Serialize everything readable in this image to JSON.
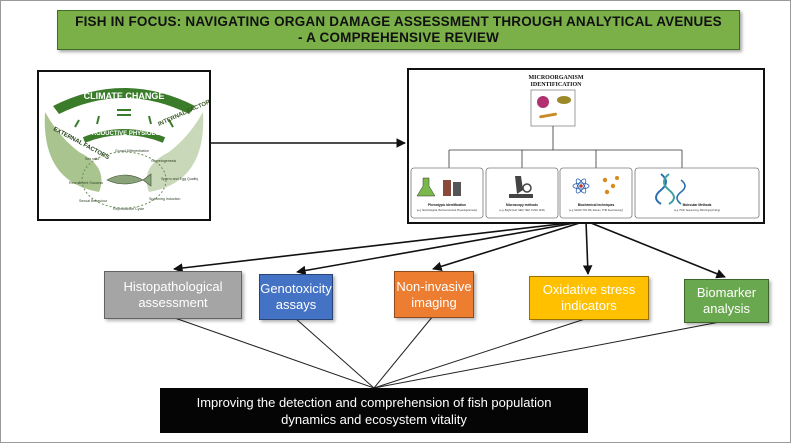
{
  "title": {
    "line1": "FISH IN FOCUS: NAVIGATING ORGAN DAMAGE ASSESSMENT THROUGH ANALYTICAL AVENUES",
    "line2": "- A COMPREHENSIVE REVIEW"
  },
  "left_panel": {
    "climate_change": "CLIMATE CHANGE",
    "external_factors": "EXTERNAL FACTORS",
    "internal_factors": "INTERNAL FACTORS",
    "reproductive_physiology": "REPRODUCTIVE PHYSIOLOGY",
    "cycle_items": [
      "Gonad Differentiation",
      "Gametogenesis",
      "Sperm and Egg Quality",
      "Spawning Induction",
      "Reproductive Cycle",
      "Sexual Behaviour",
      "Recruitment Success",
      "Sex ratio"
    ]
  },
  "right_panel": {
    "heading_line1": "MICROORGANISM",
    "heading_line2": "IDENTIFICATION",
    "methods": [
      {
        "name": "Phenotypic identification",
        "detail": "(e.g. Morphological, Biochemical and Physiological tests)"
      },
      {
        "name": "Microscopy methods",
        "detail": "(e.g. Bright Field, SEM, TEM, CLSM, AFM)"
      },
      {
        "name": "Biochemical techniques",
        "detail": "(e.g. MALDI-TOF MS, Raman, FTIR Spectroscopy)"
      },
      {
        "name": "Molecular Methods",
        "detail": "(e.g. PCR, Sequencing, DNA fingerprinting)"
      }
    ]
  },
  "assessments": [
    {
      "line1": "Histopathological",
      "line2": "assessment"
    },
    {
      "line1": "Genotoxicity",
      "line2": "assays"
    },
    {
      "line1": "Non-invasive",
      "line2": "imaging"
    },
    {
      "line1": "Oxidative stress",
      "line2": "indicators"
    },
    {
      "line1": "Biomarker",
      "line2": "analysis"
    }
  ],
  "outcome": {
    "line1": "Improving the detection and comprehension of fish population",
    "line2": "dynamics and ecosystem vitality"
  },
  "colors": {
    "title_bg": "#7bb049",
    "histopathological": "#a5a5a5",
    "genotoxicity": "#4472c4",
    "non_invasive": "#ed7d31",
    "oxidative": "#ffc000",
    "biomarker": "#6aa84f",
    "outcome_bg": "#050505"
  }
}
